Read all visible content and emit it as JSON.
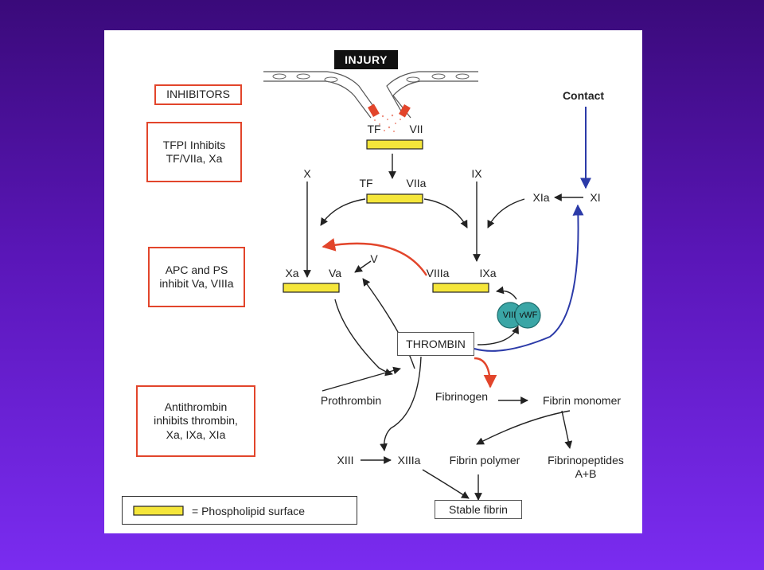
{
  "injury": "INJURY",
  "inhibitors_header": "INHIBITORS",
  "inhibitor_boxes": [
    [
      "TFPI Inhibits",
      "TF/VIIa, Xa"
    ],
    [
      "APC and PS",
      "inhibit Va, VIIIa"
    ],
    [
      "Antithrombin",
      "inhibits thrombin,",
      "Xa, IXa, XIa"
    ]
  ],
  "nodes": {
    "tf_top": "TF",
    "vii_top": "VII",
    "x": "X",
    "tf_mid": "TF",
    "viia": "VIIa",
    "ix": "IX",
    "contact": "Contact",
    "xi": "XI",
    "xia": "XIa",
    "v": "V",
    "xa": "Xa",
    "va": "Va",
    "viiia": "VIIIa",
    "ixa": "IXa",
    "viii": "VIII",
    "vwf": "vWF",
    "thrombin": "THROMBIN",
    "prothrombin": "Prothrombin",
    "fibrinogen": "Fibrinogen",
    "fibrin_monomer": "Fibrin monomer",
    "xiii": "XIII",
    "xiiia": "XIIIa",
    "fibrin_polymer": "Fibrin polymer",
    "fibrinopeptides": "Fibrinopeptides",
    "fibrinopeptides_sub": "A+B",
    "stable_fibrin": "Stable fibrin"
  },
  "legend": {
    "text": "= Phospholipid surface"
  },
  "colors": {
    "phospholipid": "#f5e63a",
    "inhibitor_red": "#e2452b",
    "contact_blue": "#2b3aa8",
    "vwf_teal": "#3aa6a6"
  }
}
